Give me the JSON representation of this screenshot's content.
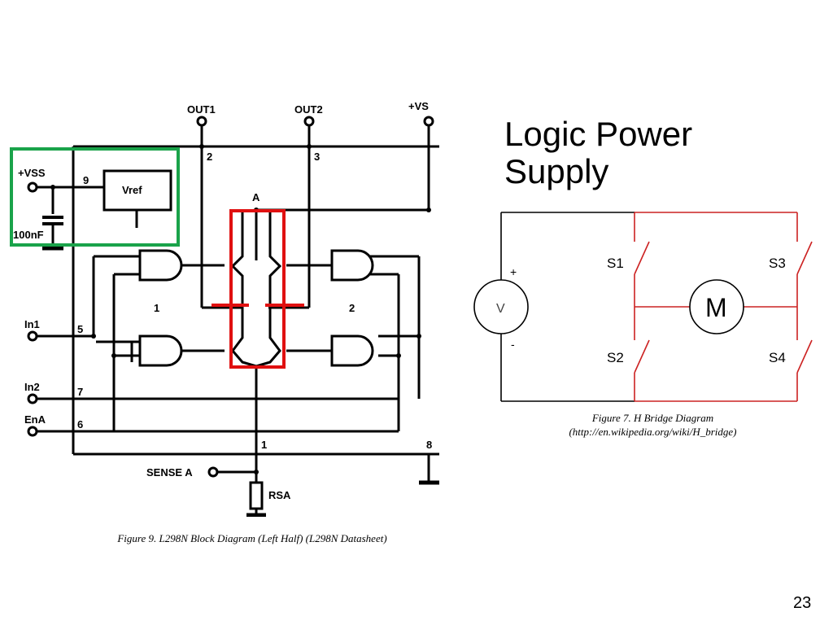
{
  "slide": {
    "title_line1": "Logic Power",
    "title_line2": "Supply",
    "page_number": "23"
  },
  "left_figure": {
    "caption": "Figure 9. L298N Block Diagram (Left Half) (L298N Datasheet)",
    "labels": {
      "out1": "OUT1",
      "out2": "OUT2",
      "vs": "+VS",
      "vss": "+VSS",
      "cap": "100nF",
      "vref": "Vref",
      "pin9": "9",
      "pin2": "2",
      "pin3": "3",
      "pin5": "5",
      "pin7": "7",
      "pin6": "6",
      "pin1": "1",
      "pin8": "8",
      "node_a": "A",
      "group1": "1",
      "group2": "2",
      "in1": "In1",
      "in2": "In2",
      "ena": "EnA",
      "sense": "SENSE A",
      "rsa": "RSA"
    },
    "highlight_colors": {
      "green_box": "#1aa34a",
      "red_box": "#e01010"
    }
  },
  "right_figure": {
    "caption_line1": "Figure 7. H Bridge Diagram",
    "caption_line2": "(http://en.wikipedia.org/wiki/H_bridge)",
    "labels": {
      "s1": "S1",
      "s2": "S2",
      "s3": "S3",
      "s4": "S4",
      "motor": "M",
      "source": "V",
      "plus": "+",
      "minus": "-"
    },
    "colors": {
      "wire_red": "#cc2222",
      "wire_black": "#000000"
    }
  }
}
